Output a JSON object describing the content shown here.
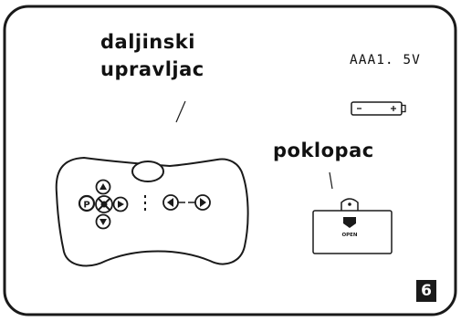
{
  "labels": {
    "remote_line1": "daljinski",
    "remote_line2": "upravljac",
    "cover": "poklopac",
    "battery": "AAA1. 5V",
    "open": "OPEN"
  },
  "figure_number": "6",
  "colors": {
    "ink": "#1a1a1a",
    "paper": "#ffffff"
  },
  "icons": {
    "remote": "remote-control-icon",
    "battery": "battery-icon",
    "cover": "battery-cover-icon"
  }
}
